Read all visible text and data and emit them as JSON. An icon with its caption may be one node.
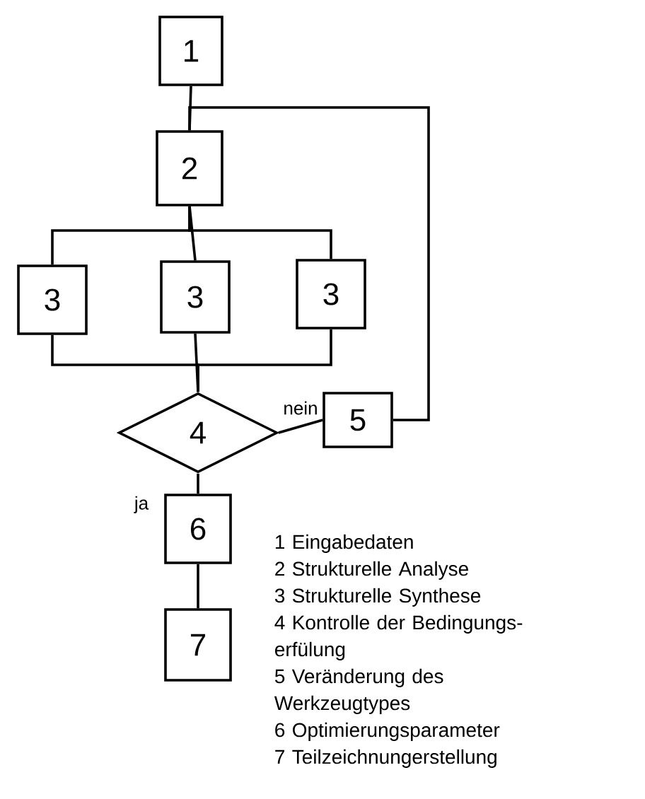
{
  "diagram": {
    "nodes": [
      {
        "text": [
          "1"
        ]
      },
      {
        "text": [
          "2"
        ]
      },
      {
        "text": [
          "3"
        ]
      },
      {
        "text": [
          "3"
        ]
      },
      {
        "text": [
          "3"
        ]
      },
      {
        "text": [
          "4"
        ]
      },
      {
        "text": [
          "5"
        ]
      },
      {
        "text": [
          "6"
        ]
      },
      {
        "text": [
          "7"
        ]
      }
    ],
    "edges": [
      {
        "from": 0,
        "to": 1,
        "arrow": "none"
      },
      {
        "from": 6,
        "to": 1,
        "arrow": "none"
      },
      {
        "from": 1,
        "to": 2,
        "arrow": "none"
      },
      {
        "from": 1,
        "to": 3,
        "arrow": "none"
      },
      {
        "from": 1,
        "to": 4,
        "arrow": "none"
      },
      {
        "from": 2,
        "to": 5,
        "arrow": "none"
      },
      {
        "from": 3,
        "to": 5,
        "arrow": "none"
      },
      {
        "from": 4,
        "to": 5,
        "arrow": "none"
      },
      {
        "from": 5,
        "to": 6,
        "arrow": "none",
        "label": "nein"
      },
      {
        "from": 5,
        "to": 7,
        "arrow": "none",
        "label": "ja"
      },
      {
        "from": 7,
        "to": 8,
        "arrow": "none"
      }
    ],
    "labels": [
      "1 Eingabedaten",
      "2 Strukturelle Analyse",
      "3 Strukturelle Synthese",
      "4 Kontrolle der Bedingungs- erfülung",
      "5 Veränderung des Werkzeugtypes",
      "6 Optimierungsparameter",
      "7 Teilzeichnungerstellung"
    ]
  }
}
